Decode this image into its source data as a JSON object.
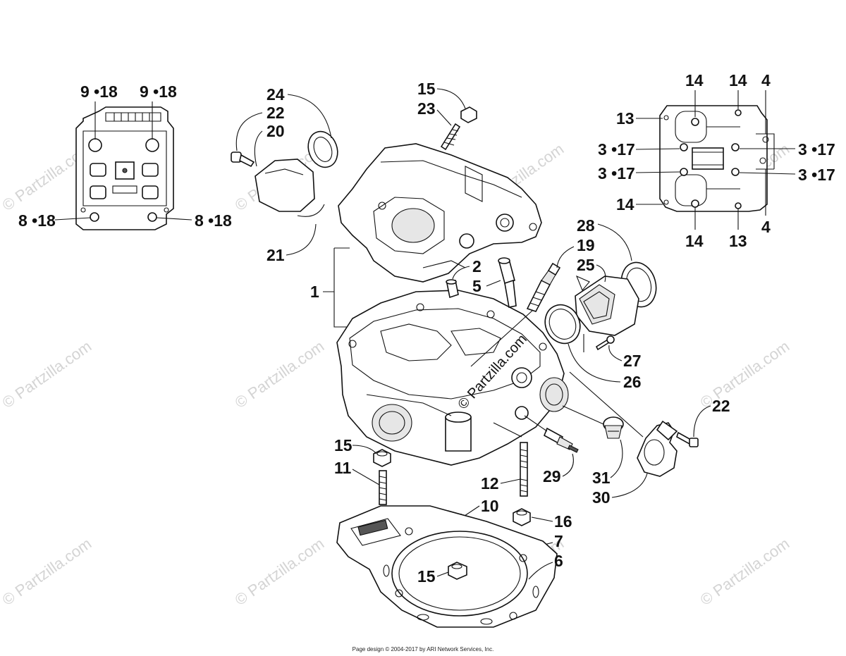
{
  "watermark": "© Partzilla.com",
  "center_watermark": "© Partzilla.com",
  "footer": "Page design © 2004-2017 by ARI Network Services, Inc.",
  "callouts": {
    "tl_9_18_a": "9 •18",
    "tl_9_18_b": "9 •18",
    "tl_8_18_a": "8 •18",
    "tl_8_18_b": "8 •18",
    "c24": "24",
    "c22a": "22",
    "c20": "20",
    "c21": "21",
    "c15a": "15",
    "c23": "23",
    "tr_14a": "14",
    "tr_14b": "14",
    "tr_4a": "4",
    "tr_13a": "13",
    "tr_3_17a": "3 •17",
    "tr_3_17b": "3 •17",
    "tr_3_17c": "3 •17",
    "tr_3_17d": "3 •17",
    "tr_14c": "14",
    "tr_14d": "14",
    "tr_13b": "13",
    "tr_4b": "4",
    "c28": "28",
    "c19": "19",
    "c25": "25",
    "c2": "2",
    "c5": "5",
    "c1": "1",
    "c27": "27",
    "c26": "26",
    "c22b": "22",
    "c15b": "15",
    "c11": "11",
    "c12": "12",
    "c29": "29",
    "c31": "31",
    "c30": "30",
    "c10": "10",
    "c16": "16",
    "c7": "7",
    "c6": "6",
    "c15c": "15"
  }
}
